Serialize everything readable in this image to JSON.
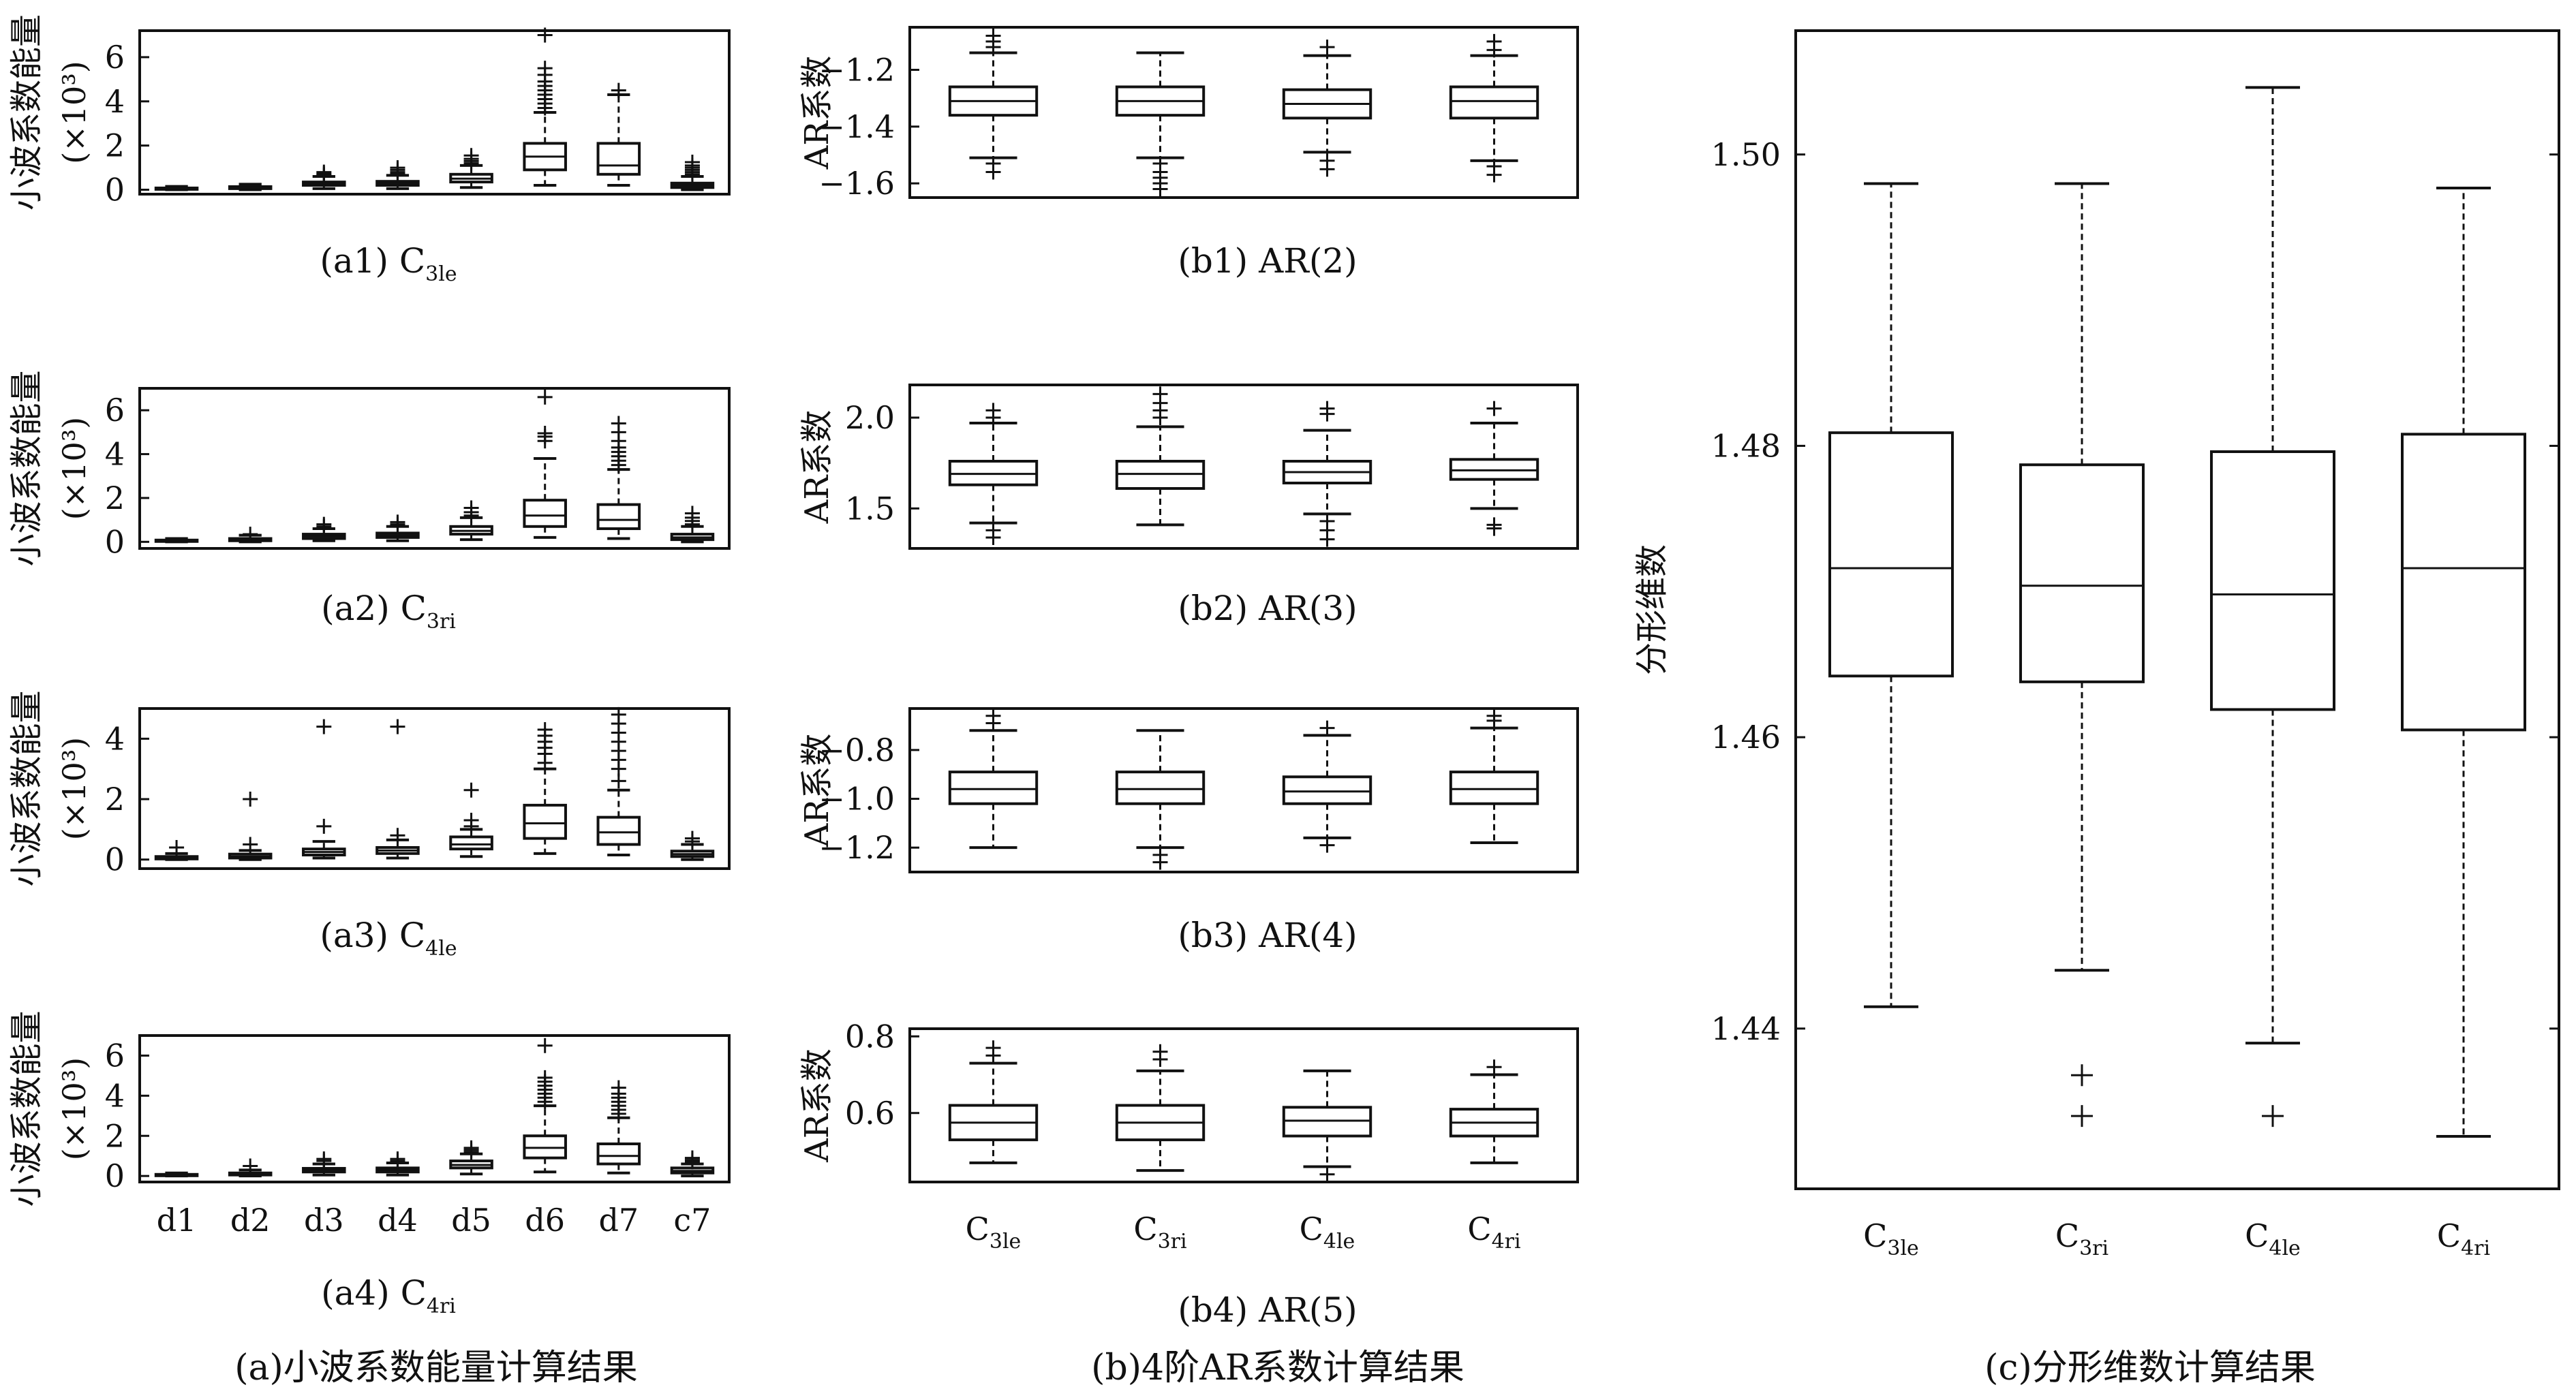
{
  "captions": {
    "a": "(a)小波系数能量计算结果",
    "b": "(b)4阶AR系数计算结果",
    "c": "(c)分形维数计算结果"
  },
  "wavelet_ylabel": "小波系数能量",
  "wavelet_yunit": "(×10³)",
  "ar_ylabel": "AR系数",
  "fractal_ylabel": "分形维数",
  "chart_data": [
    {
      "id": "a1",
      "type": "box",
      "caption": "(a1) C",
      "caption_sub": "3le",
      "ylabel": "小波系数能量",
      "yunit": "(×10³)",
      "ylim": [
        -0.2,
        7.2
      ],
      "yticks": [
        0,
        2,
        4,
        6
      ],
      "categories": [
        "d1",
        "d2",
        "d3",
        "d4",
        "d5",
        "d6",
        "d7",
        "c7"
      ],
      "boxes": [
        {
          "whislo": 0.0,
          "q1": 0.02,
          "med": 0.05,
          "q3": 0.08,
          "whishi": 0.15,
          "fliers": []
        },
        {
          "whislo": 0.0,
          "q1": 0.05,
          "med": 0.1,
          "q3": 0.14,
          "whishi": 0.25,
          "fliers": []
        },
        {
          "whislo": 0.05,
          "q1": 0.2,
          "med": 0.28,
          "q3": 0.35,
          "whishi": 0.6,
          "fliers": [
            0.65,
            0.72,
            0.8
          ]
        },
        {
          "whislo": 0.05,
          "q1": 0.2,
          "med": 0.28,
          "q3": 0.38,
          "whishi": 0.65,
          "fliers": [
            0.72,
            0.8,
            0.9,
            1.0
          ]
        },
        {
          "whislo": 0.1,
          "q1": 0.35,
          "med": 0.5,
          "q3": 0.7,
          "whishi": 1.1,
          "fliers": [
            1.2,
            1.3,
            1.4,
            1.55
          ]
        },
        {
          "whislo": 0.2,
          "q1": 0.9,
          "med": 1.5,
          "q3": 2.1,
          "whishi": 3.5,
          "fliers": [
            3.7,
            3.9,
            4.1,
            4.3,
            4.5,
            4.7,
            4.9,
            5.2,
            5.5,
            7.0
          ]
        },
        {
          "whislo": 0.2,
          "q1": 0.7,
          "med": 1.1,
          "q3": 2.1,
          "whishi": 4.3,
          "fliers": [
            4.5
          ]
        },
        {
          "whislo": 0.0,
          "q1": 0.1,
          "med": 0.2,
          "q3": 0.3,
          "whishi": 0.6,
          "fliers": [
            0.7,
            0.8,
            0.9,
            1.0,
            1.1,
            1.25
          ]
        }
      ]
    },
    {
      "id": "a2",
      "type": "box",
      "caption": "(a2) C",
      "caption_sub": "3ri",
      "ylabel": "小波系数能量",
      "yunit": "(×10³)",
      "ylim": [
        -0.3,
        7.0
      ],
      "yticks": [
        0,
        2,
        4,
        6
      ],
      "categories": [
        "d1",
        "d2",
        "d3",
        "d4",
        "d5",
        "d6",
        "d7",
        "c7"
      ],
      "boxes": [
        {
          "whislo": 0.0,
          "q1": 0.02,
          "med": 0.05,
          "q3": 0.08,
          "whishi": 0.15,
          "fliers": []
        },
        {
          "whislo": 0.0,
          "q1": 0.05,
          "med": 0.1,
          "q3": 0.15,
          "whishi": 0.3,
          "fliers": [
            0.35
          ]
        },
        {
          "whislo": 0.05,
          "q1": 0.15,
          "med": 0.25,
          "q3": 0.35,
          "whishi": 0.6,
          "fliers": [
            0.7,
            0.8
          ]
        },
        {
          "whislo": 0.05,
          "q1": 0.2,
          "med": 0.3,
          "q3": 0.4,
          "whishi": 0.7,
          "fliers": [
            0.8,
            0.9
          ]
        },
        {
          "whislo": 0.1,
          "q1": 0.35,
          "med": 0.5,
          "q3": 0.7,
          "whishi": 1.1,
          "fliers": [
            1.2,
            1.35,
            1.55
          ]
        },
        {
          "whislo": 0.2,
          "q1": 0.7,
          "med": 1.2,
          "q3": 1.9,
          "whishi": 3.8,
          "fliers": [
            4.6,
            4.8,
            4.95,
            6.6
          ]
        },
        {
          "whislo": 0.15,
          "q1": 0.6,
          "med": 1.0,
          "q3": 1.7,
          "whishi": 3.3,
          "fliers": [
            3.5,
            3.7,
            3.9,
            4.1,
            4.3,
            4.6,
            5.0,
            5.4
          ]
        },
        {
          "whislo": 0.0,
          "q1": 0.1,
          "med": 0.2,
          "q3": 0.35,
          "whishi": 0.7,
          "fliers": [
            0.8,
            0.95,
            1.1,
            1.3
          ]
        }
      ]
    },
    {
      "id": "a3",
      "type": "box",
      "caption": "(a3) C",
      "caption_sub": "4le",
      "ylabel": "小波系数能量",
      "yunit": "(×10³)",
      "ylim": [
        -0.3,
        5.0
      ],
      "yticks": [
        0,
        2,
        4
      ],
      "categories": [
        "d1",
        "d2",
        "d3",
        "d4",
        "d5",
        "d6",
        "d7",
        "c7"
      ],
      "boxes": [
        {
          "whislo": 0.0,
          "q1": 0.02,
          "med": 0.05,
          "q3": 0.1,
          "whishi": 0.2,
          "fliers": [
            0.4
          ]
        },
        {
          "whislo": 0.0,
          "q1": 0.05,
          "med": 0.1,
          "q3": 0.18,
          "whishi": 0.3,
          "fliers": [
            0.5,
            2.0
          ]
        },
        {
          "whislo": 0.05,
          "q1": 0.15,
          "med": 0.25,
          "q3": 0.35,
          "whishi": 0.6,
          "fliers": [
            1.1,
            4.4
          ]
        },
        {
          "whislo": 0.05,
          "q1": 0.2,
          "med": 0.3,
          "q3": 0.4,
          "whishi": 0.65,
          "fliers": [
            0.8,
            4.4
          ]
        },
        {
          "whislo": 0.1,
          "q1": 0.35,
          "med": 0.5,
          "q3": 0.75,
          "whishi": 1.0,
          "fliers": [
            1.1,
            1.3,
            2.3
          ]
        },
        {
          "whislo": 0.2,
          "q1": 0.7,
          "med": 1.2,
          "q3": 1.8,
          "whishi": 3.0,
          "fliers": [
            3.2,
            3.5,
            3.7,
            3.9,
            4.1,
            4.3
          ]
        },
        {
          "whislo": 0.15,
          "q1": 0.5,
          "med": 0.9,
          "q3": 1.4,
          "whishi": 2.3,
          "fliers": [
            2.6,
            3.0,
            3.3,
            3.6,
            3.9,
            4.2,
            4.5,
            4.8
          ]
        },
        {
          "whislo": 0.0,
          "q1": 0.1,
          "med": 0.18,
          "q3": 0.28,
          "whishi": 0.5,
          "fliers": [
            0.6,
            0.7
          ]
        }
      ]
    },
    {
      "id": "a4",
      "type": "box",
      "caption": "(a4) C",
      "caption_sub": "4ri",
      "ylabel": "小波系数能量",
      "yunit": "(×10³)",
      "ylim": [
        -0.3,
        7.0
      ],
      "yticks": [
        0,
        2,
        4,
        6
      ],
      "categories": [
        "d1",
        "d2",
        "d3",
        "d4",
        "d5",
        "d6",
        "d7",
        "c7"
      ],
      "boxes": [
        {
          "whislo": 0.0,
          "q1": 0.02,
          "med": 0.05,
          "q3": 0.08,
          "whishi": 0.15,
          "fliers": []
        },
        {
          "whislo": 0.0,
          "q1": 0.05,
          "med": 0.1,
          "q3": 0.15,
          "whishi": 0.3,
          "fliers": [
            0.5
          ]
        },
        {
          "whislo": 0.05,
          "q1": 0.2,
          "med": 0.28,
          "q3": 0.38,
          "whishi": 0.6,
          "fliers": [
            0.75,
            0.85
          ]
        },
        {
          "whislo": 0.05,
          "q1": 0.2,
          "med": 0.3,
          "q3": 0.4,
          "whishi": 0.65,
          "fliers": [
            0.75,
            0.85
          ]
        },
        {
          "whislo": 0.1,
          "q1": 0.4,
          "med": 0.55,
          "q3": 0.75,
          "whishi": 1.1,
          "fliers": [
            1.2,
            1.3,
            1.4
          ]
        },
        {
          "whislo": 0.2,
          "q1": 0.9,
          "med": 1.4,
          "q3": 2.0,
          "whishi": 3.5,
          "fliers": [
            3.7,
            3.9,
            4.1,
            4.3,
            4.5,
            4.7,
            4.9,
            6.5
          ]
        },
        {
          "whislo": 0.15,
          "q1": 0.6,
          "med": 1.0,
          "q3": 1.6,
          "whishi": 2.9,
          "fliers": [
            3.1,
            3.3,
            3.5,
            3.7,
            3.9,
            4.1,
            4.4
          ]
        },
        {
          "whislo": 0.0,
          "q1": 0.15,
          "med": 0.25,
          "q3": 0.4,
          "whishi": 0.6,
          "fliers": [
            0.7,
            0.8,
            0.9
          ]
        }
      ]
    },
    {
      "id": "b1",
      "type": "box",
      "caption": "(b1) AR(2)",
      "ylabel": "AR系数",
      "ylim": [
        -1.65,
        -1.05
      ],
      "yticks": [
        -1.6,
        -1.4,
        -1.2
      ],
      "ytick_labels": [
        "−1.6",
        "−1.4",
        "−1.2"
      ],
      "categories": [
        "C3le",
        "C3ri",
        "C4le",
        "C4ri"
      ],
      "boxes": [
        {
          "whislo": -1.51,
          "q1": -1.36,
          "med": -1.31,
          "q3": -1.26,
          "whishi": -1.14,
          "fliers": [
            -1.12,
            -1.1,
            -1.08,
            -1.53,
            -1.56
          ]
        },
        {
          "whislo": -1.51,
          "q1": -1.36,
          "med": -1.31,
          "q3": -1.26,
          "whishi": -1.14,
          "fliers": [
            -1.53,
            -1.56,
            -1.58,
            -1.6,
            -1.62
          ]
        },
        {
          "whislo": -1.49,
          "q1": -1.37,
          "med": -1.32,
          "q3": -1.27,
          "whishi": -1.15,
          "fliers": [
            -1.12,
            -1.52,
            -1.55
          ]
        },
        {
          "whislo": -1.52,
          "q1": -1.37,
          "med": -1.31,
          "q3": -1.26,
          "whishi": -1.15,
          "fliers": [
            -1.13,
            -1.1,
            -1.54,
            -1.57
          ]
        }
      ]
    },
    {
      "id": "b2",
      "type": "box",
      "caption": "(b2) AR(3)",
      "ylabel": "AR系数",
      "ylim": [
        1.28,
        2.18
      ],
      "yticks": [
        1.5,
        2.0
      ],
      "ytick_labels": [
        "1.5",
        "2.0"
      ],
      "categories": [
        "C3le",
        "C3ri",
        "C4le",
        "C4ri"
      ],
      "boxes": [
        {
          "whislo": 1.42,
          "q1": 1.63,
          "med": 1.69,
          "q3": 1.76,
          "whishi": 1.97,
          "fliers": [
            2.0,
            2.04,
            1.38,
            1.34
          ]
        },
        {
          "whislo": 1.41,
          "q1": 1.61,
          "med": 1.69,
          "q3": 1.76,
          "whishi": 1.95,
          "fliers": [
            2.0,
            2.04,
            2.08,
            2.13
          ]
        },
        {
          "whislo": 1.47,
          "q1": 1.64,
          "med": 1.7,
          "q3": 1.76,
          "whishi": 1.93,
          "fliers": [
            2.02,
            2.05,
            1.43,
            1.38,
            1.33
          ]
        },
        {
          "whislo": 1.5,
          "q1": 1.66,
          "med": 1.71,
          "q3": 1.77,
          "whishi": 1.97,
          "fliers": [
            2.05,
            1.41,
            1.39
          ]
        }
      ]
    },
    {
      "id": "b3",
      "type": "box",
      "caption": "(b3) AR(4)",
      "ylabel": "AR系数",
      "ylim": [
        -1.3,
        -0.63
      ],
      "yticks": [
        -1.2,
        -1.0,
        -0.8
      ],
      "ytick_labels": [
        "−1.2",
        "−1.0",
        "−0.8"
      ],
      "categories": [
        "C3le",
        "C3ri",
        "C4le",
        "C4ri"
      ],
      "boxes": [
        {
          "whislo": -1.2,
          "q1": -1.02,
          "med": -0.96,
          "q3": -0.89,
          "whishi": -0.72,
          "fliers": [
            -0.69,
            -0.66
          ]
        },
        {
          "whislo": -1.2,
          "q1": -1.02,
          "med": -0.96,
          "q3": -0.89,
          "whishi": -0.72,
          "fliers": [
            -1.23,
            -1.26
          ]
        },
        {
          "whislo": -1.16,
          "q1": -1.02,
          "med": -0.97,
          "q3": -0.91,
          "whishi": -0.74,
          "fliers": [
            -0.71,
            -1.19
          ]
        },
        {
          "whislo": -1.18,
          "q1": -1.02,
          "med": -0.96,
          "q3": -0.89,
          "whishi": -0.71,
          "fliers": [
            -0.68,
            -0.66
          ]
        }
      ]
    },
    {
      "id": "b4",
      "type": "box",
      "caption": "(b4) AR(5)",
      "ylabel": "AR系数",
      "ylim": [
        0.42,
        0.82
      ],
      "yticks": [
        0.6,
        0.8
      ],
      "ytick_labels": [
        "0.6",
        "0.8"
      ],
      "categories": [
        "C3le",
        "C3ri",
        "C4le",
        "C4ri"
      ],
      "category_labels": [
        [
          "C",
          "3le"
        ],
        [
          "C",
          "3ri"
        ],
        [
          "C",
          "4le"
        ],
        [
          "C",
          "4ri"
        ]
      ],
      "boxes": [
        {
          "whislo": 0.47,
          "q1": 0.53,
          "med": 0.575,
          "q3": 0.62,
          "whishi": 0.73,
          "fliers": [
            0.75,
            0.77
          ]
        },
        {
          "whislo": 0.45,
          "q1": 0.53,
          "med": 0.575,
          "q3": 0.62,
          "whishi": 0.71,
          "fliers": [
            0.74,
            0.76
          ]
        },
        {
          "whislo": 0.46,
          "q1": 0.54,
          "med": 0.58,
          "q3": 0.615,
          "whishi": 0.71,
          "fliers": [
            0.44
          ]
        },
        {
          "whislo": 0.47,
          "q1": 0.54,
          "med": 0.575,
          "q3": 0.61,
          "whishi": 0.7,
          "fliers": [
            0.72
          ]
        }
      ]
    },
    {
      "id": "c",
      "type": "box",
      "ylabel": "分形维数",
      "ylim": [
        1.429,
        1.5085
      ],
      "yticks": [
        1.44,
        1.46,
        1.48,
        1.5
      ],
      "ytick_labels": [
        "1.44",
        "1.46",
        "1.48",
        "1.50"
      ],
      "categories": [
        "C3le",
        "C3ri",
        "C4le",
        "C4ri"
      ],
      "category_labels": [
        [
          "C",
          "3le"
        ],
        [
          "C",
          "3ri"
        ],
        [
          "C",
          "4le"
        ],
        [
          "C",
          "4ri"
        ]
      ],
      "boxes": [
        {
          "whislo": 1.4415,
          "q1": 1.4642,
          "med": 1.4716,
          "q3": 1.4809,
          "whishi": 1.498,
          "fliers": []
        },
        {
          "whislo": 1.444,
          "q1": 1.4638,
          "med": 1.4704,
          "q3": 1.4787,
          "whishi": 1.498,
          "fliers": [
            1.4368,
            1.434
          ]
        },
        {
          "whislo": 1.439,
          "q1": 1.4619,
          "med": 1.4698,
          "q3": 1.4796,
          "whishi": 1.5046,
          "fliers": [
            1.434
          ]
        },
        {
          "whislo": 1.4326,
          "q1": 1.4605,
          "med": 1.4716,
          "q3": 1.4808,
          "whishi": 1.4977,
          "fliers": []
        }
      ]
    }
  ]
}
